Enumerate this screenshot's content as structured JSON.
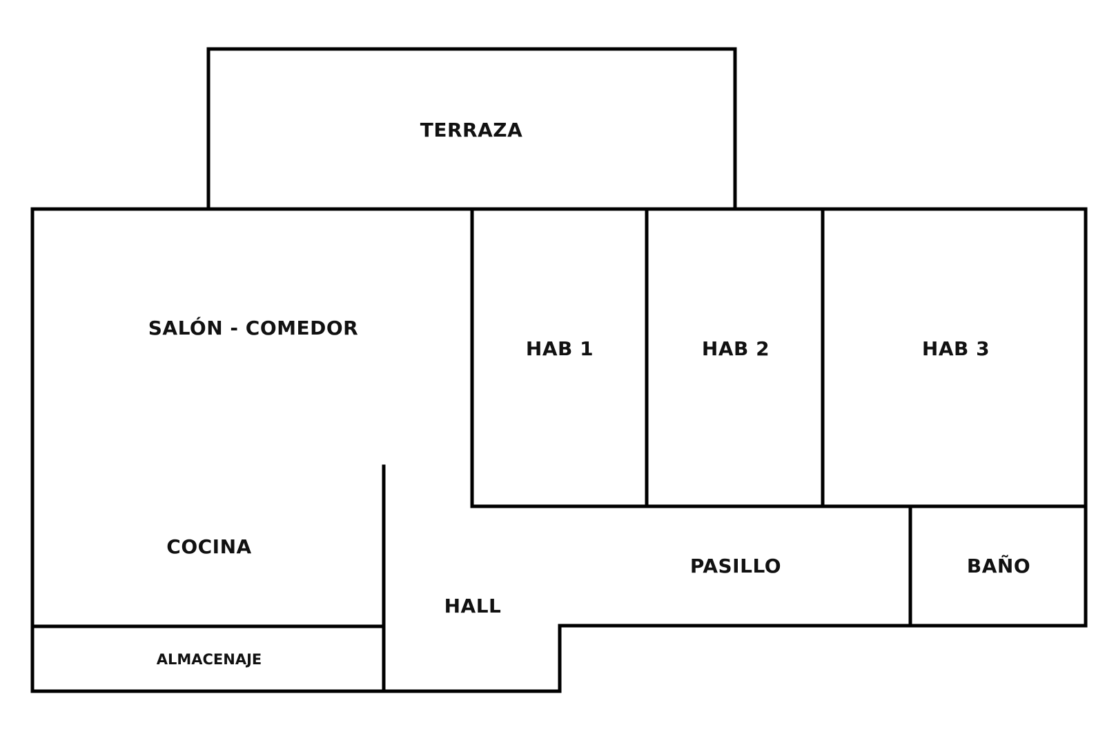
{
  "rooms": {
    "terraza": "TERRAZA",
    "salon_comedor": "SALÓN - COMEDOR",
    "hab1": "HAB 1",
    "hab2": "HAB 2",
    "hab3": "HAB 3",
    "cocina": "COCINA",
    "pasillo": "PASILLO",
    "bano": "BAÑO",
    "hall": "HALL",
    "almacenaje": "ALMACENAJE"
  },
  "colors": {
    "wall": "#000000",
    "text": "#111111",
    "background": "#ffffff"
  }
}
